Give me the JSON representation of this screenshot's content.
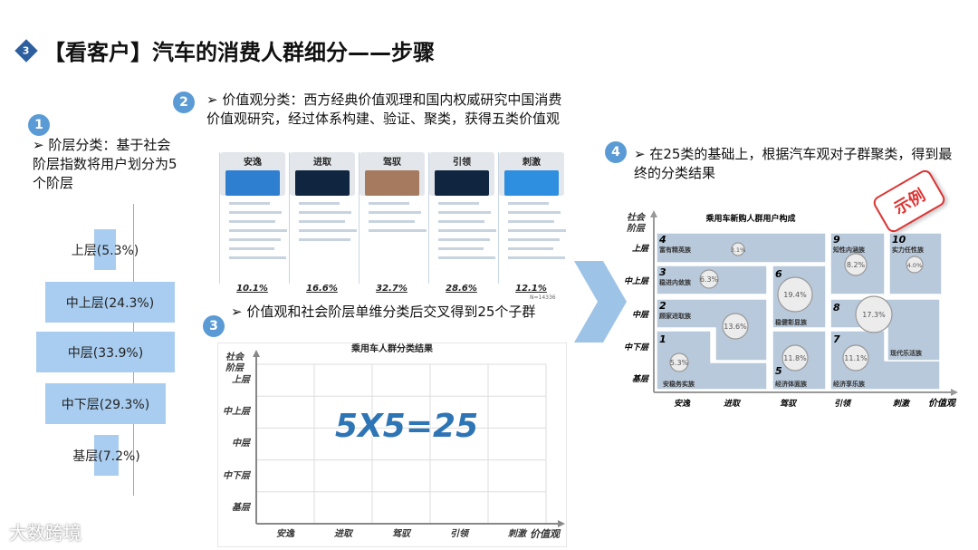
{
  "title": {
    "badge": "3",
    "text": "【看客户】汽车的消费人群细分——步骤"
  },
  "step1": {
    "num": "1",
    "text": "➢ 阶层分类：基于社会阶层指数将用户划分为5个阶层",
    "tiers": [
      {
        "label": "上层(5.3%)",
        "value": 5.3
      },
      {
        "label": "中上层(24.3%)",
        "value": 24.3
      },
      {
        "label": "中层(33.9%)",
        "value": 33.9
      },
      {
        "label": "中下层(29.3%)",
        "value": 29.3
      },
      {
        "label": "基层(7.2%)",
        "value": 7.2
      }
    ]
  },
  "step2": {
    "num": "2",
    "text": "➢ 价值观分类：西方经典价值观理和国内权威研究中国消费价值观研究，经过体系构建、验证、聚类，获得五类价值观",
    "columns": [
      {
        "name": "安逸",
        "color": "#2e7fd0",
        "pct": "10.1%"
      },
      {
        "name": "进取",
        "color": "#0f2540",
        "pct": "16.6%"
      },
      {
        "name": "驾驭",
        "color": "#a57a5e",
        "pct": "32.7%"
      },
      {
        "name": "引领",
        "color": "#0f2540",
        "pct": "28.6%"
      },
      {
        "name": "刺激",
        "color": "#2e8ee0",
        "pct": "12.1%"
      }
    ],
    "n_note": "N=14336"
  },
  "step3": {
    "num": "3",
    "text": "➢ 价值观和社会阶层单维分类后交叉得到25个子群",
    "chart_title": "乘用车人群分类结果",
    "y_axis": "社会阶层",
    "x_axis": "价值观",
    "rows": [
      "上层",
      "中上层",
      "中层",
      "中下层",
      "基层"
    ],
    "cols": [
      "安逸",
      "进取",
      "驾驭",
      "引领",
      "刺激"
    ],
    "formula": "5X5=25"
  },
  "step4": {
    "num": "4",
    "text": "➢ 在25类的基础上，根据汽车观对子群聚类，得到最终的分类结果",
    "stamp": "示例",
    "chart_title": "乘用车新购人群用户构成",
    "y_axis": "社会阶层",
    "x_axis": "价值观",
    "rows": [
      "上层",
      "中上层",
      "中层",
      "中下层",
      "基层"
    ],
    "cols": [
      "安逸",
      "进取",
      "驾驭",
      "引领",
      "刺激"
    ],
    "segments": [
      {
        "num": "1",
        "name": "安稳务实族",
        "pct": "5.3%"
      },
      {
        "num": "2",
        "name": "顾家进取族",
        "pct": "13.6%"
      },
      {
        "num": "3",
        "name": "稳进内敛族",
        "pct": "6.3%"
      },
      {
        "num": "4",
        "name": "富有精英族",
        "pct": "3.1%"
      },
      {
        "num": "5",
        "name": "经济体面族",
        "pct": "11.8%"
      },
      {
        "num": "6",
        "name": "稳健彰显族",
        "pct": "19.4%"
      },
      {
        "num": "7",
        "name": "经济享乐族",
        "pct": "11.1%"
      },
      {
        "num": "8",
        "name": "现代乐活族",
        "pct": "17.3%"
      },
      {
        "num": "9",
        "name": "知性内涵族",
        "pct": "8.2%"
      },
      {
        "num": "10",
        "name": "实力任性族",
        "pct": "4.0%"
      }
    ]
  },
  "watermark": "大数跨境",
  "colors": {
    "accent": "#5b9bd5",
    "bar": "#a9cdf0",
    "region": "#b8c9db",
    "formula": "#2e75b6"
  }
}
